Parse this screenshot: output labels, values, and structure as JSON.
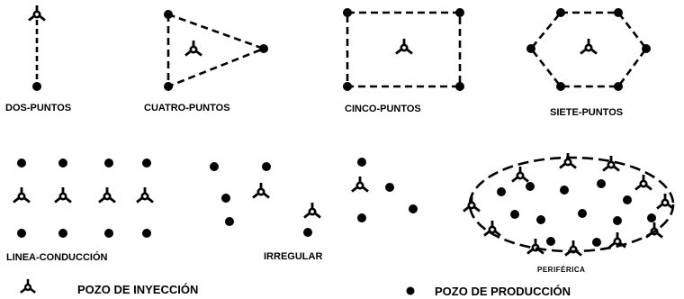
{
  "colors": {
    "ink": "#000000",
    "background": "#ffffff"
  },
  "icons": {
    "injection": "injection-well-icon",
    "production": "production-well-icon"
  },
  "patterns": {
    "dos": "DOS-PUNTOS",
    "cuatro": "CUATRO-PUNTOS",
    "cinco": "CINCO-PUNTOS",
    "siete": "SIETE-PUNTOS",
    "linea": "LINEA-CONDUCCIÓN",
    "irregular": "IRREGULAR",
    "periferica": "PERIFÉRICA"
  },
  "legend": {
    "injection": "POZO DE INYECCIÓN",
    "production": "POZO DE PRODUCCIÓN"
  }
}
